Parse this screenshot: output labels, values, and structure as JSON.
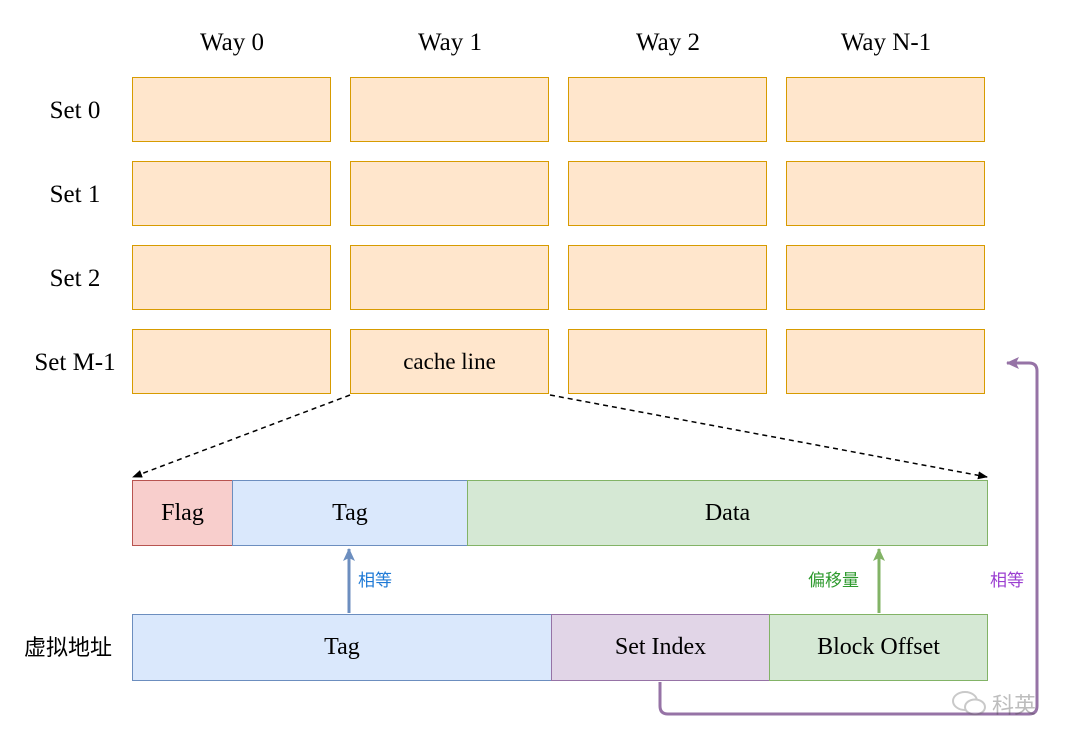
{
  "ways": [
    "Way 0",
    "Way 1",
    "Way 2",
    "Way N-1"
  ],
  "sets": [
    "Set 0",
    "Set 1",
    "Set 2",
    "Set M-1"
  ],
  "highlight_cell_label": "cache line",
  "cache_line": {
    "flag": "Flag",
    "tag": "Tag",
    "data": "Data"
  },
  "address": {
    "label": "虚拟地址",
    "tag": "Tag",
    "set_index": "Set Index",
    "block_offset": "Block Offset"
  },
  "annotations": {
    "tag_equal": "相等",
    "offset": "偏移量",
    "set_equal": "相等"
  },
  "watermark": "科英",
  "colors": {
    "cell_fill": "#ffe6cc",
    "cell_stroke": "#d79b00",
    "flag_fill": "#f8cecc",
    "flag_stroke": "#b85450",
    "tag_fill": "#dae8fc",
    "tag_stroke": "#6c8ebf",
    "data_fill": "#d5e8d4",
    "data_stroke": "#82b366",
    "setidx_fill": "#e1d5e7",
    "setidx_stroke": "#9673a6",
    "blue_text": "#1f7ad6",
    "green_text": "#2e9a2e",
    "purple_text": "#9b3fd1"
  }
}
